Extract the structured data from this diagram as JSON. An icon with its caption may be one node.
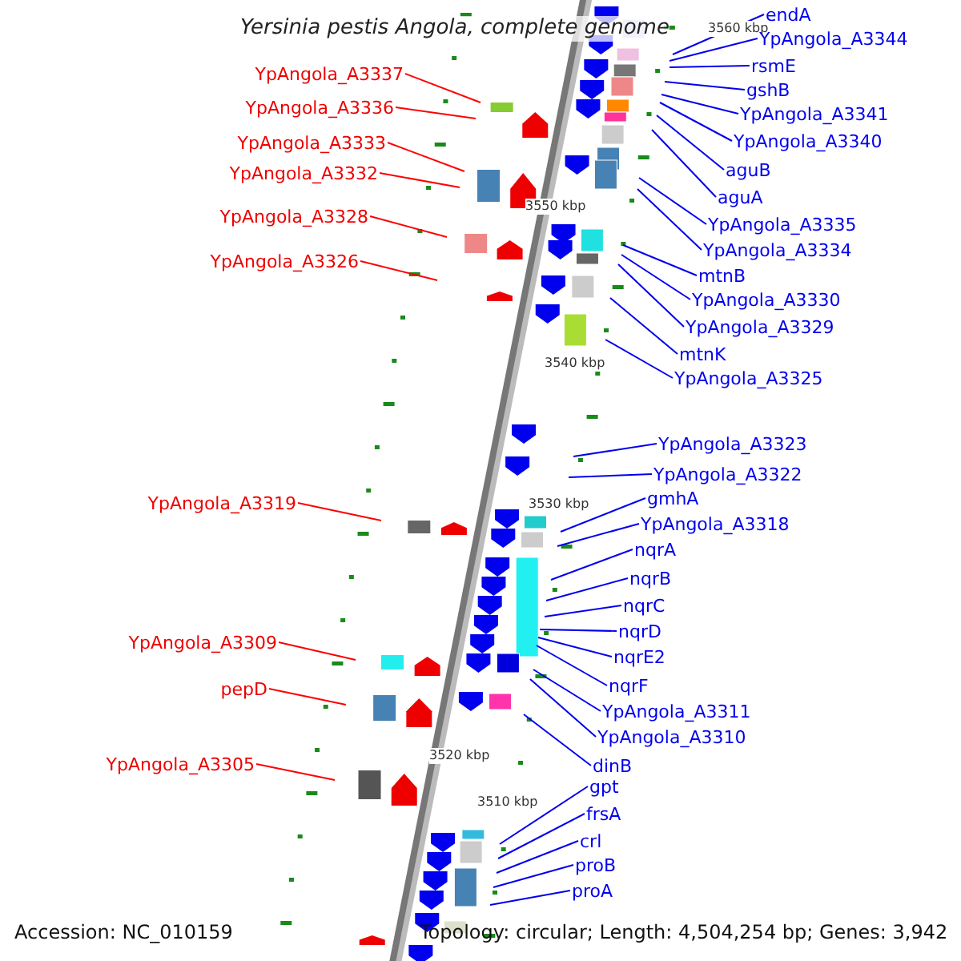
{
  "diagram": {
    "title": "Yersinia pestis Angola, complete genome",
    "nodes": [
      {
        "text": [
          "YpAngola_A3337"
        ]
      },
      {
        "text": [
          "YpAngola_A3336"
        ]
      },
      {
        "text": [
          "YpAngola_A3333"
        ]
      },
      {
        "text": [
          "YpAngola_A3332"
        ]
      },
      {
        "text": [
          "YpAngola_A3328"
        ]
      },
      {
        "text": [
          "YpAngola_A3326"
        ]
      },
      {
        "text": [
          "YpAngola_A3319"
        ]
      },
      {
        "text": [
          "YpAngola_A3309"
        ]
      },
      {
        "text": [
          "pepD"
        ]
      },
      {
        "text": [
          "YpAngola_A3305"
        ]
      },
      {
        "text": [
          "endA"
        ]
      },
      {
        "text": [
          "YpAngola_A3344"
        ]
      },
      {
        "text": [
          "rsmE"
        ]
      },
      {
        "text": [
          "gshB"
        ]
      },
      {
        "text": [
          "YpAngola_A3341"
        ]
      },
      {
        "text": [
          "YpAngola_A3340"
        ]
      },
      {
        "text": [
          "aguB"
        ]
      },
      {
        "text": [
          "aguA"
        ]
      },
      {
        "text": [
          "YpAngola_A3335"
        ]
      },
      {
        "text": [
          "YpAngola_A3334"
        ]
      },
      {
        "text": [
          "mtnB"
        ]
      },
      {
        "text": [
          "YpAngola_A3330"
        ]
      },
      {
        "text": [
          "YpAngola_A3329"
        ]
      },
      {
        "text": [
          "mtnK"
        ]
      },
      {
        "text": [
          "YpAngola_A3325"
        ]
      },
      {
        "text": [
          "YpAngola_A3323"
        ]
      },
      {
        "text": [
          "YpAngola_A3322"
        ]
      },
      {
        "text": [
          "gmhA"
        ]
      },
      {
        "text": [
          "YpAngola_A3318"
        ]
      },
      {
        "text": [
          "nqrA"
        ]
      },
      {
        "text": [
          "nqrB"
        ]
      },
      {
        "text": [
          "nqrC"
        ]
      },
      {
        "text": [
          "nqrD"
        ]
      },
      {
        "text": [
          "nqrE2"
        ]
      },
      {
        "text": [
          "nqrF"
        ]
      },
      {
        "text": [
          "YpAngola_A3311"
        ]
      },
      {
        "text": [
          "YpAngola_A3310"
        ]
      },
      {
        "text": [
          "dinB"
        ]
      },
      {
        "text": [
          "gpt"
        ]
      },
      {
        "text": [
          "frsA"
        ]
      },
      {
        "text": [
          "crl"
        ]
      },
      {
        "text": [
          "proB"
        ]
      },
      {
        "text": [
          "proA"
        ]
      }
    ],
    "edges": [
      {
        "from": 0,
        "to": null,
        "arrow": "none",
        "color": "#ff0000"
      },
      {
        "from": 1,
        "to": null,
        "arrow": "none",
        "color": "#ff0000"
      },
      {
        "from": 2,
        "to": null,
        "arrow": "none",
        "color": "#ff0000"
      },
      {
        "from": 3,
        "to": null,
        "arrow": "none",
        "color": "#ff0000"
      },
      {
        "from": 4,
        "to": null,
        "arrow": "none",
        "color": "#ff0000"
      },
      {
        "from": 5,
        "to": null,
        "arrow": "none",
        "color": "#ff0000"
      },
      {
        "from": 6,
        "to": null,
        "arrow": "none",
        "color": "#ff0000"
      },
      {
        "from": 7,
        "to": null,
        "arrow": "none",
        "color": "#ff0000"
      },
      {
        "from": 8,
        "to": null,
        "arrow": "none",
        "color": "#ff0000"
      },
      {
        "from": 9,
        "to": null,
        "arrow": "none",
        "color": "#ff0000"
      },
      {
        "from": 10,
        "to": null,
        "arrow": "none"
      },
      {
        "from": 11,
        "to": null,
        "arrow": "none"
      },
      {
        "from": 12,
        "to": null,
        "arrow": "none"
      },
      {
        "from": 13,
        "to": null,
        "arrow": "none"
      },
      {
        "from": 14,
        "to": null,
        "arrow": "none"
      },
      {
        "from": 15,
        "to": null,
        "arrow": "none"
      },
      {
        "from": 16,
        "to": null,
        "arrow": "none"
      },
      {
        "from": 17,
        "to": null,
        "arrow": "none"
      },
      {
        "from": 18,
        "to": null,
        "arrow": "none"
      },
      {
        "from": 19,
        "to": null,
        "arrow": "none"
      },
      {
        "from": 20,
        "to": null,
        "arrow": "none"
      },
      {
        "from": 21,
        "to": null,
        "arrow": "none"
      },
      {
        "from": 22,
        "to": null,
        "arrow": "none"
      },
      {
        "from": 23,
        "to": null,
        "arrow": "none"
      },
      {
        "from": 24,
        "to": null,
        "arrow": "none"
      },
      {
        "from": 25,
        "to": null,
        "arrow": "none"
      },
      {
        "from": 26,
        "to": null,
        "arrow": "none"
      },
      {
        "from": 27,
        "to": null,
        "arrow": "none"
      },
      {
        "from": 28,
        "to": null,
        "arrow": "none"
      },
      {
        "from": 29,
        "to": null,
        "arrow": "none"
      },
      {
        "from": 30,
        "to": null,
        "arrow": "none"
      },
      {
        "from": 31,
        "to": null,
        "arrow": "none"
      },
      {
        "from": 32,
        "to": null,
        "arrow": "none"
      },
      {
        "from": 33,
        "to": null,
        "arrow": "none"
      },
      {
        "from": 34,
        "to": null,
        "arrow": "none"
      },
      {
        "from": 35,
        "to": null,
        "arrow": "none"
      },
      {
        "from": 36,
        "to": null,
        "arrow": "none"
      },
      {
        "from": 37,
        "to": null,
        "arrow": "none"
      },
      {
        "from": 38,
        "to": null,
        "arrow": "none"
      },
      {
        "from": 39,
        "to": null,
        "arrow": "none"
      },
      {
        "from": 40,
        "to": null,
        "arrow": "none"
      },
      {
        "from": 41,
        "to": null,
        "arrow": "none"
      },
      {
        "from": 42,
        "to": null,
        "arrow": "none"
      }
    ],
    "labels": [
      "3560 kbp",
      "3550 kbp",
      "3540 kbp",
      "3530 kbp",
      "3520 kbp",
      "3510 kbp",
      "Accession: NC_010159",
      "Topology: circular; Length: 4,504,254 bp; Genes: 3,942"
    ]
  }
}
